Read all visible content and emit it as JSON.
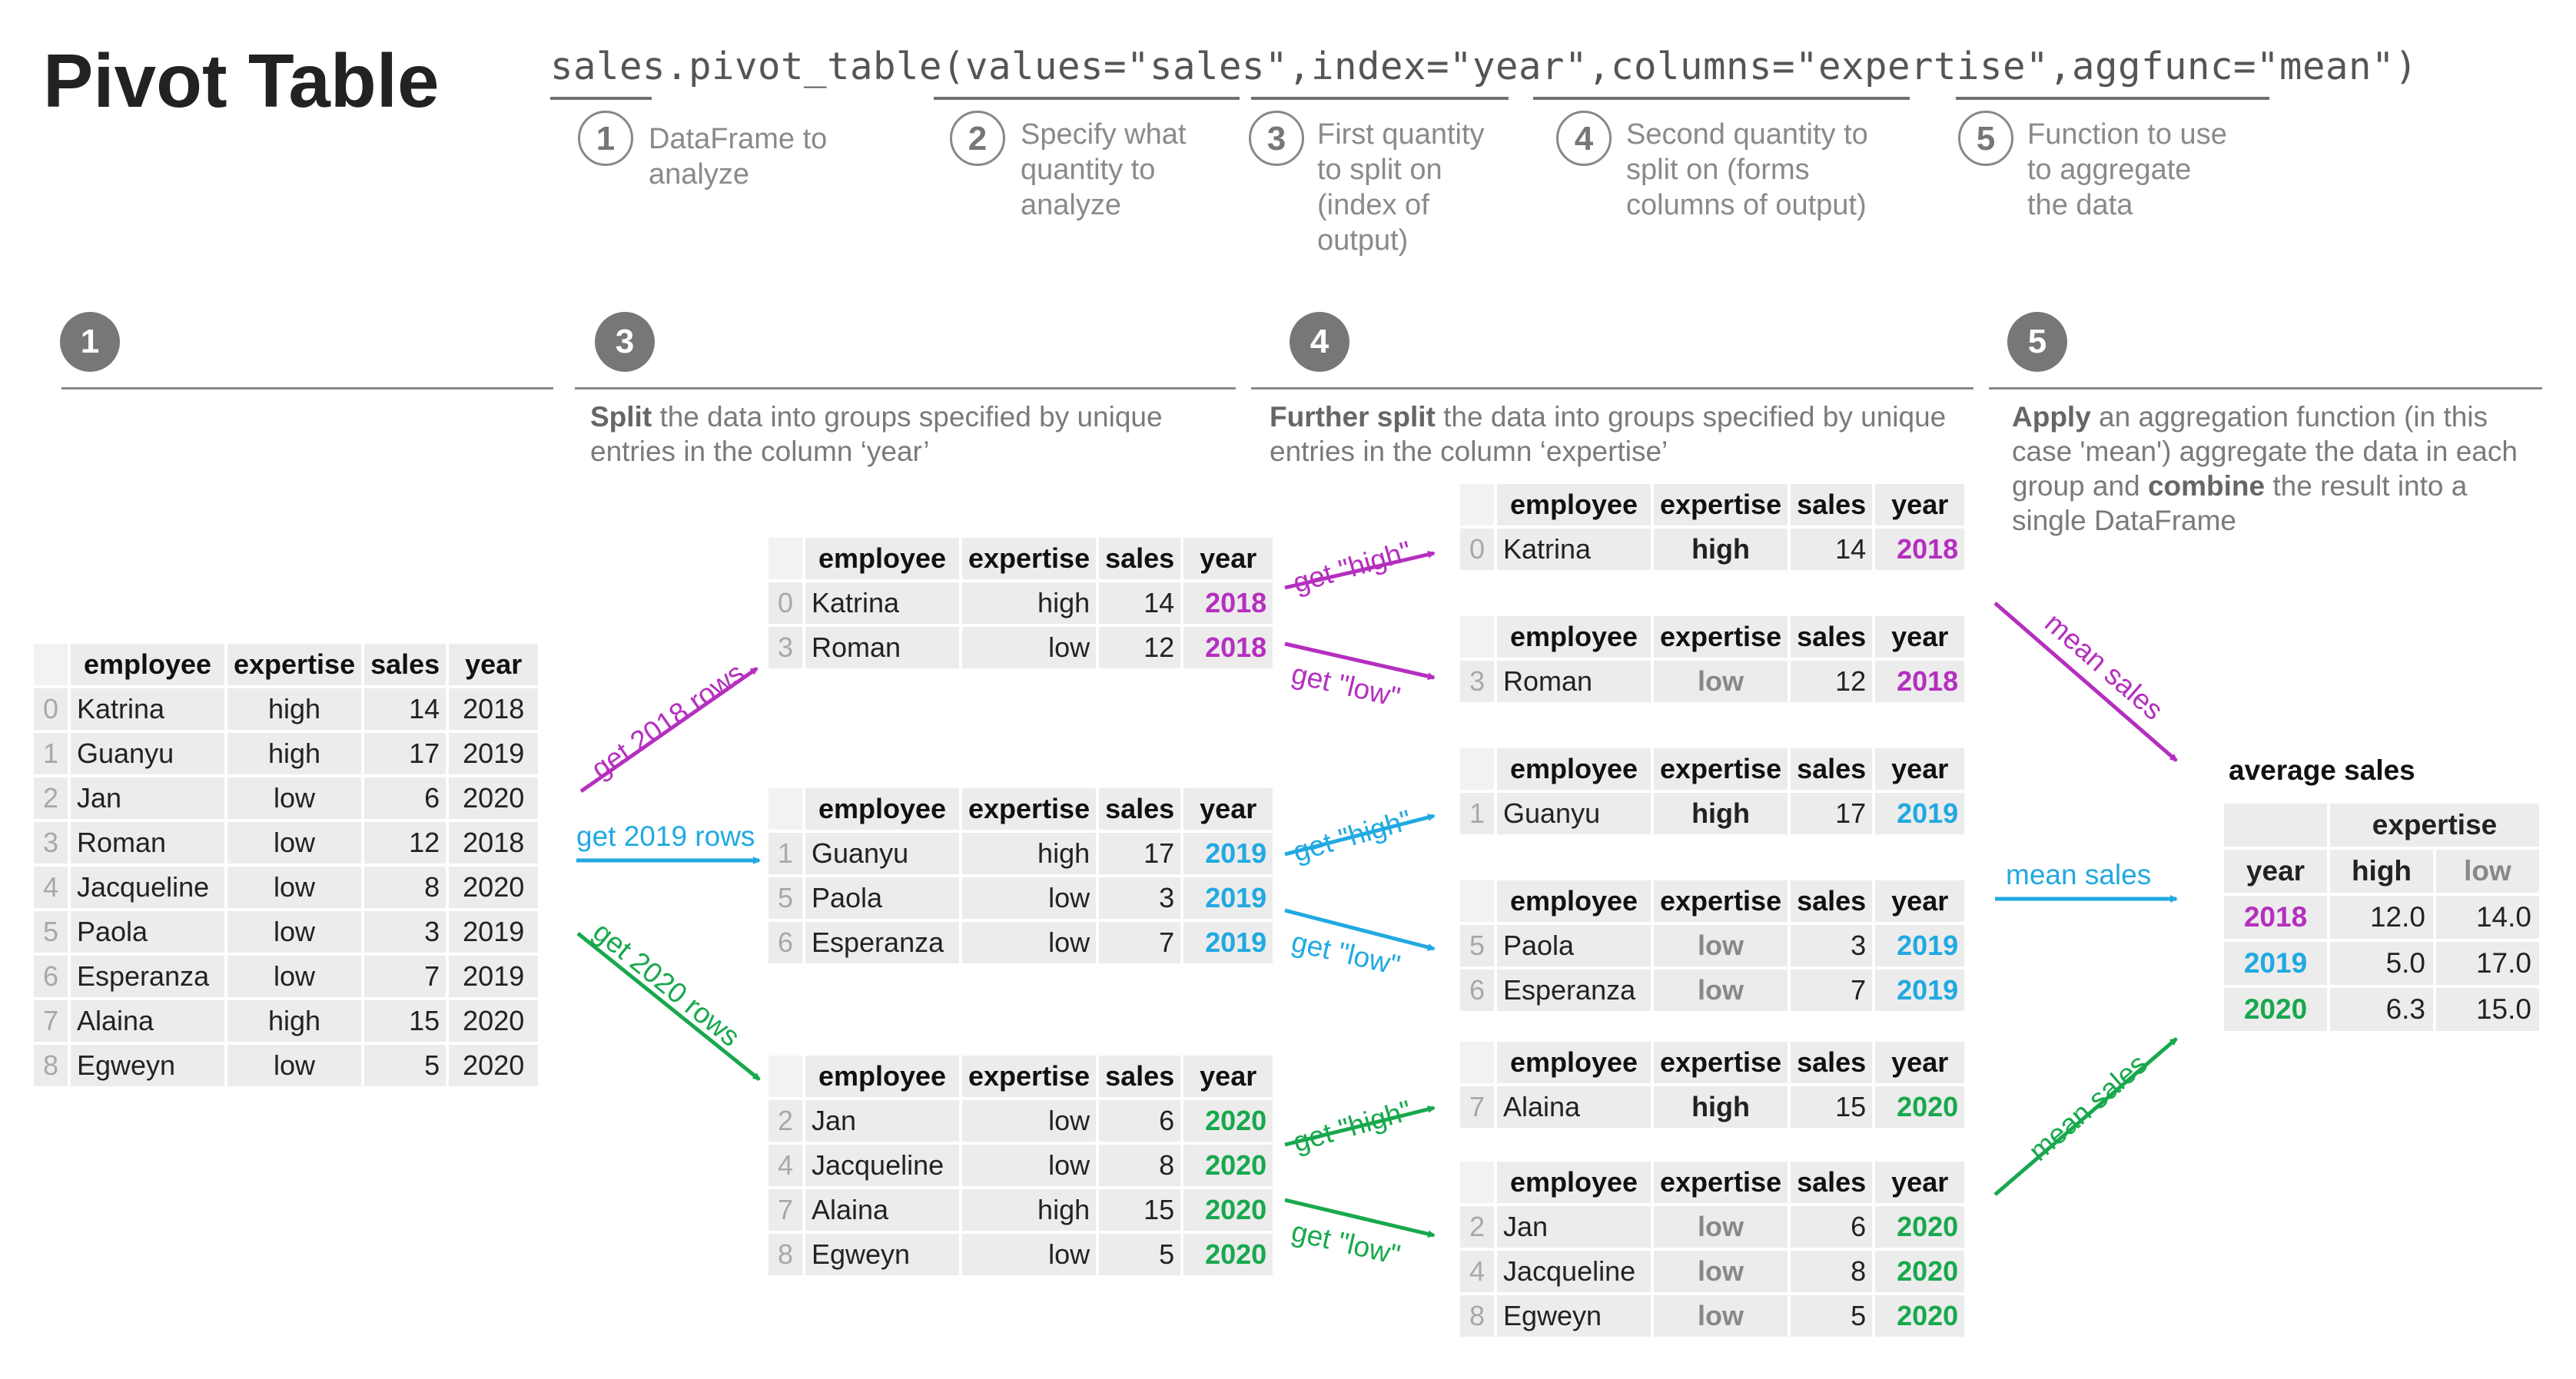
{
  "title": "Pivot Table",
  "code": "sales.pivot_table(values=\"sales\",index=\"year\",columns=\"expertise\",aggfunc=\"mean\")",
  "steps": [
    {
      "num": "1",
      "text": [
        "DataFrame to",
        "analyze"
      ]
    },
    {
      "num": "2",
      "text": [
        "Specify what",
        "quantity to",
        "analyze"
      ]
    },
    {
      "num": "3",
      "text": [
        "First quantity",
        "to split on",
        "(index of",
        "output)"
      ]
    },
    {
      "num": "4",
      "text": [
        "Second quantity to",
        "split on (forms",
        "columns of output)"
      ]
    },
    {
      "num": "5",
      "text": [
        "Function to use",
        "to aggregate",
        "the data"
      ]
    }
  ],
  "sections": {
    "s1": {
      "num": "1"
    },
    "s3": {
      "num": "3",
      "bold": "Split",
      "rest1": " the data into groups specified by unique",
      "line2": "entries in the column ‘year’"
    },
    "s4": {
      "num": "4",
      "bold": "Further split",
      "rest1": " the data into groups specified by unique",
      "line2": "entries in the column ‘expertise’"
    },
    "s5": {
      "num": "5",
      "bold1": "Apply",
      "rest1": " an aggregation function (in this",
      "line2": "case 'mean') aggregate the data in each",
      "line3a": "group and ",
      "bold2": "combine",
      "line3b": " the result into a",
      "line4": "single DataFrame"
    }
  },
  "columns": [
    "employee",
    "expertise",
    "sales",
    "year"
  ],
  "original_table": [
    [
      "0",
      "Katrina",
      "high",
      "14",
      "2018"
    ],
    [
      "1",
      "Guanyu",
      "high",
      "17",
      "2019"
    ],
    [
      "2",
      "Jan",
      "low",
      "6",
      "2020"
    ],
    [
      "3",
      "Roman",
      "low",
      "12",
      "2018"
    ],
    [
      "4",
      "Jacqueline",
      "low",
      "8",
      "2020"
    ],
    [
      "5",
      "Paola",
      "low",
      "3",
      "2019"
    ],
    [
      "6",
      "Esperanza",
      "low",
      "7",
      "2019"
    ],
    [
      "7",
      "Alaina",
      "high",
      "15",
      "2020"
    ],
    [
      "8",
      "Egweyn",
      "low",
      "5",
      "2020"
    ]
  ],
  "year_groups": [
    {
      "year": "2018",
      "rows": [
        [
          "0",
          "Katrina",
          "high",
          "14",
          "2018"
        ],
        [
          "3",
          "Roman",
          "low",
          "12",
          "2018"
        ]
      ]
    },
    {
      "year": "2019",
      "rows": [
        [
          "1",
          "Guanyu",
          "high",
          "17",
          "2019"
        ],
        [
          "5",
          "Paola",
          "low",
          "3",
          "2019"
        ],
        [
          "6",
          "Esperanza",
          "low",
          "7",
          "2019"
        ]
      ]
    },
    {
      "year": "2020",
      "rows": [
        [
          "2",
          "Jan",
          "low",
          "6",
          "2020"
        ],
        [
          "4",
          "Jacqueline",
          "low",
          "8",
          "2020"
        ],
        [
          "7",
          "Alaina",
          "high",
          "15",
          "2020"
        ],
        [
          "8",
          "Egweyn",
          "low",
          "5",
          "2020"
        ]
      ]
    }
  ],
  "expertise_groups": [
    {
      "year": "2018",
      "expertise": "high",
      "rows": [
        [
          "0",
          "Katrina",
          "high",
          "14",
          "2018"
        ]
      ]
    },
    {
      "year": "2018",
      "expertise": "low",
      "rows": [
        [
          "3",
          "Roman",
          "low",
          "12",
          "2018"
        ]
      ]
    },
    {
      "year": "2019",
      "expertise": "high",
      "rows": [
        [
          "1",
          "Guanyu",
          "high",
          "17",
          "2019"
        ]
      ]
    },
    {
      "year": "2019",
      "expertise": "low",
      "rows": [
        [
          "5",
          "Paola",
          "low",
          "3",
          "2019"
        ],
        [
          "6",
          "Esperanza",
          "low",
          "7",
          "2019"
        ]
      ]
    },
    {
      "year": "2020",
      "expertise": "high",
      "rows": [
        [
          "7",
          "Alaina",
          "high",
          "15",
          "2020"
        ]
      ]
    },
    {
      "year": "2020",
      "expertise": "low",
      "rows": [
        [
          "2",
          "Jan",
          "low",
          "6",
          "2020"
        ],
        [
          "4",
          "Jacqueline",
          "low",
          "8",
          "2020"
        ],
        [
          "8",
          "Egweyn",
          "low",
          "5",
          "2020"
        ]
      ]
    }
  ],
  "arrow_labels": {
    "get2018": "get 2018 rows",
    "get2019": "get 2019 rows",
    "get2020": "get 2020 rows",
    "gethigh": "get \"high\"",
    "getlow": "get \"low\"",
    "mean": "mean sales"
  },
  "result": {
    "title": "average sales",
    "col_header": "expertise",
    "index_header": "year",
    "columns": [
      "high",
      "low"
    ],
    "rows": [
      {
        "year": "2018",
        "high": "12.0",
        "low": "14.0"
      },
      {
        "year": "2019",
        "high": "5.0",
        "low": "17.0"
      },
      {
        "year": "2020",
        "high": "6.3",
        "low": "15.0"
      }
    ]
  },
  "colors": {
    "y2018": "#b52fbf",
    "y2019": "#21a9e1",
    "y2020": "#18a84d",
    "gray": "#777777"
  }
}
